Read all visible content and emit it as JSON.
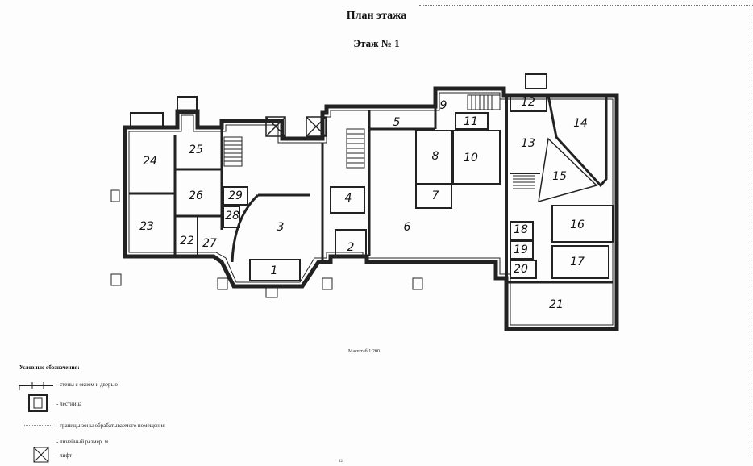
{
  "header": {
    "plan_title": "План этажа",
    "floor_title": "Этаж № 1"
  },
  "rooms": [
    {
      "num": "1"
    },
    {
      "num": "2"
    },
    {
      "num": "3"
    },
    {
      "num": "4"
    },
    {
      "num": "5"
    },
    {
      "num": "6"
    },
    {
      "num": "7"
    },
    {
      "num": "8"
    },
    {
      "num": "9"
    },
    {
      "num": "10"
    },
    {
      "num": "11"
    },
    {
      "num": "12"
    },
    {
      "num": "13"
    },
    {
      "num": "14"
    },
    {
      "num": "15"
    },
    {
      "num": "16"
    },
    {
      "num": "17"
    },
    {
      "num": "18"
    },
    {
      "num": "19"
    },
    {
      "num": "20"
    },
    {
      "num": "21"
    },
    {
      "num": "22"
    },
    {
      "num": "23"
    },
    {
      "num": "24"
    },
    {
      "num": "25"
    },
    {
      "num": "26"
    },
    {
      "num": "27"
    },
    {
      "num": "28"
    },
    {
      "num": "29"
    }
  ],
  "scale_label": "Масштаб 1:200",
  "legend": {
    "title": "Условные обозначения:",
    "items": [
      {
        "text": "- стены с окном и дверью"
      },
      {
        "text": "- лестница"
      },
      {
        "text": "- границы зоны обрабатываемого помещения"
      },
      {
        "text": "- линейный размер, м."
      },
      {
        "text": "- лифт"
      }
    ]
  },
  "page_mark": "12"
}
